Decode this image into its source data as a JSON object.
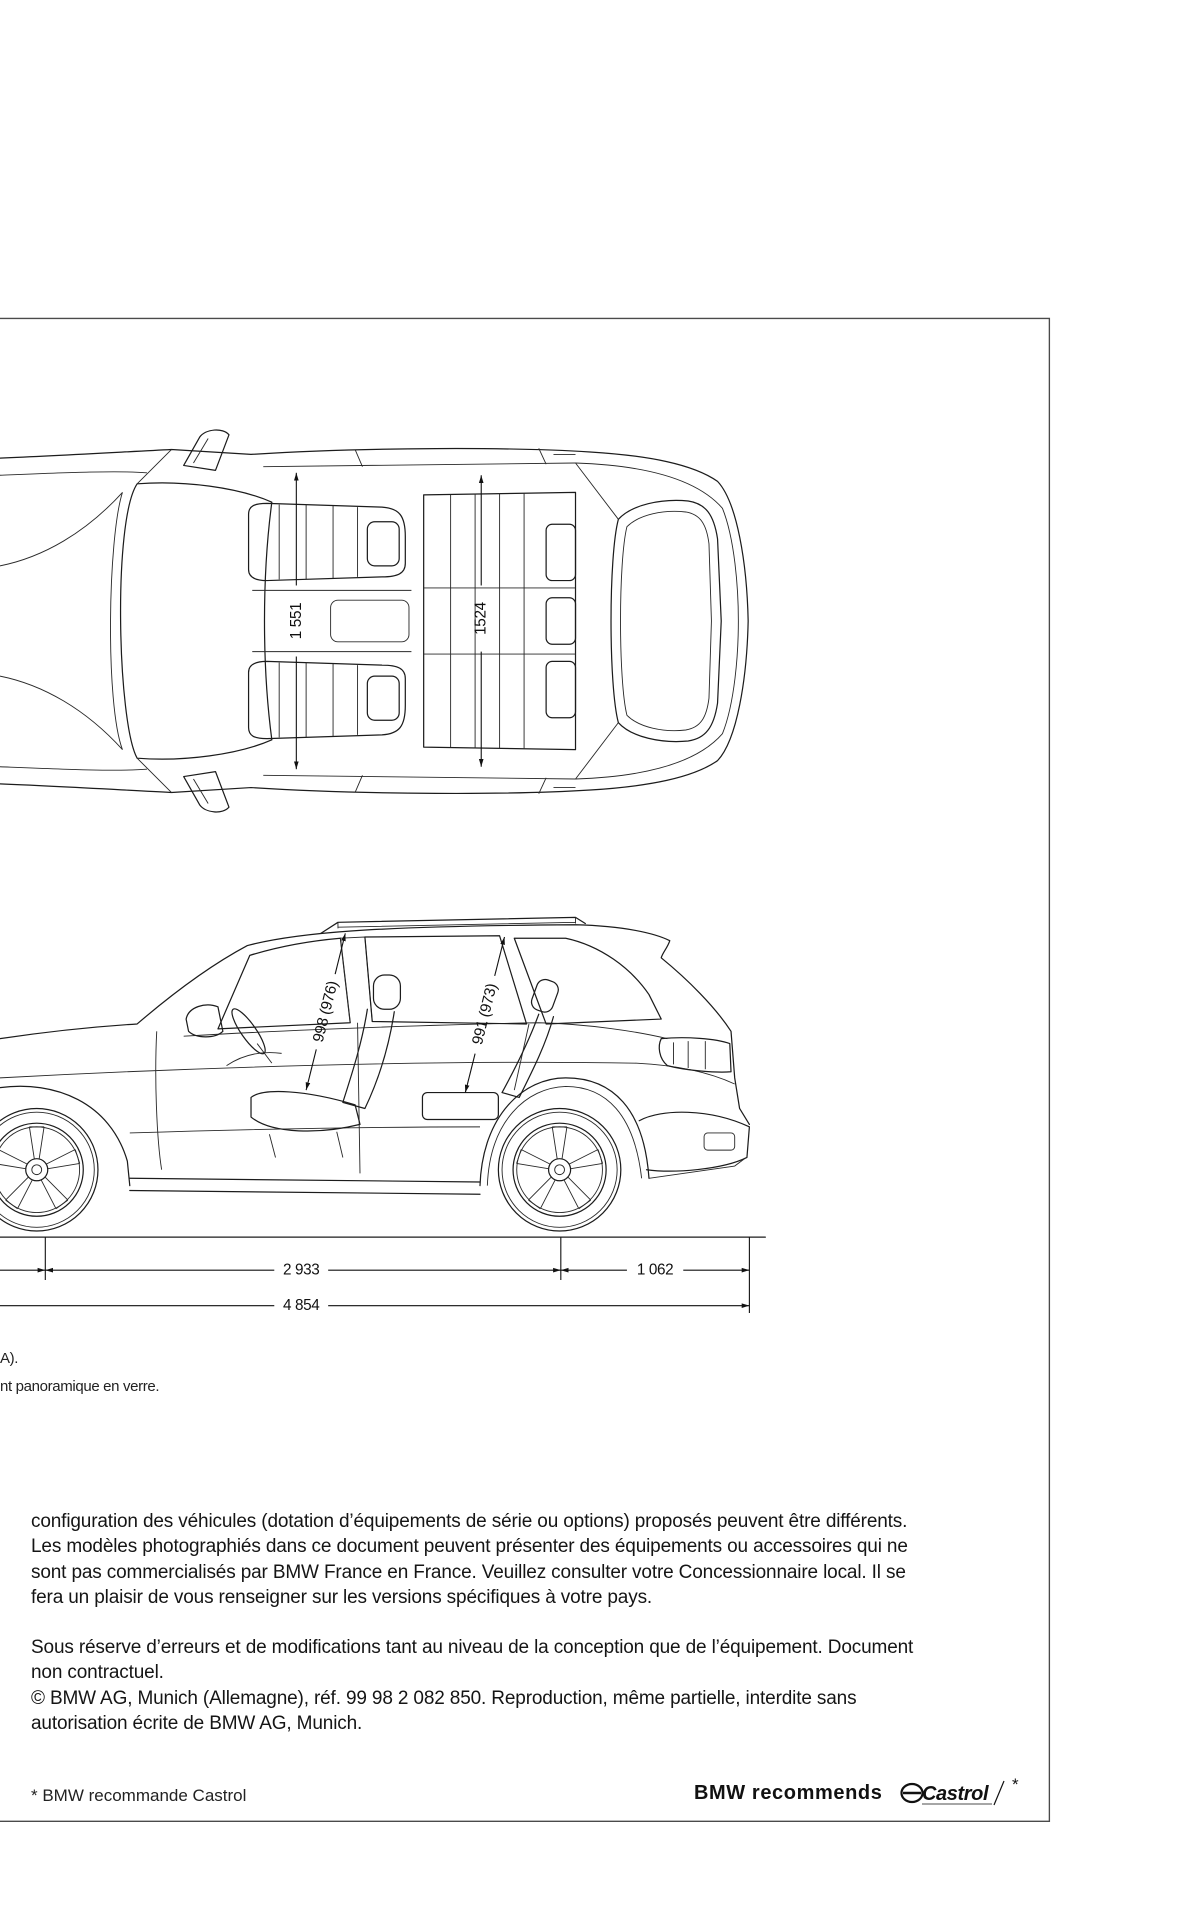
{
  "top_view": {
    "dim_front_track": "1 551",
    "dim_rear_track": "1524"
  },
  "side_view": {
    "dim_front_headroom": "998 (976)",
    "dim_rear_headroom": "991 (973)",
    "dim_wheelbase": "2 933",
    "dim_rear_overhang": "1 062",
    "dim_length": "4 854"
  },
  "footnotes": {
    "line_1": "A).",
    "line_2": "nt panoramique en verre."
  },
  "legal": {
    "paragraph_1": [
      "configuration des véhicules (dotation d’équipements de série ou options) proposés peuvent être différents.",
      "Les modèles photographiés dans ce document peuvent présenter des équipements ou accessoires qui ne",
      "sont pas commercialisés par BMW France en France. Veuillez consulter votre Concessionnaire local. Il se",
      "fera un plaisir de vous renseigner sur les versions spécifiques à votre pays."
    ],
    "paragraph_2": [
      "Sous réserve d’erreurs et de modifications tant au niveau de la conception que de l’équipement. Document",
      "non contractuel.",
      "© BMW AG, Munich (Allemagne), réf. 99 98 2 082 850. Reproduction, même partielle, interdite sans",
      "autorisation écrite de BMW AG, Munich."
    ]
  },
  "footer": {
    "castrol_note": "* BMW recommande Castrol",
    "recommends": "BMW recommends",
    "castrol_logo": "Castrol",
    "asterisk": "*"
  }
}
